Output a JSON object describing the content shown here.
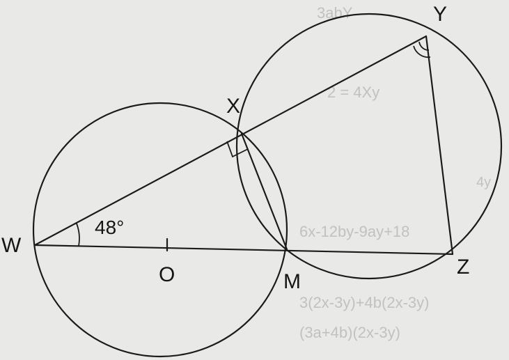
{
  "labels": {
    "W": "W",
    "X": "X",
    "Y": "Y",
    "Z": "Z",
    "M": "M",
    "O": "O"
  },
  "angle_label": "48°",
  "show_through": [
    "3abY",
    "2 = 4Xy",
    "4y",
    "6x-12by-9ay+18",
    "3(2x-3y)+4b(2x-3y)",
    "(3a+4b)(2x-3y)"
  ]
}
